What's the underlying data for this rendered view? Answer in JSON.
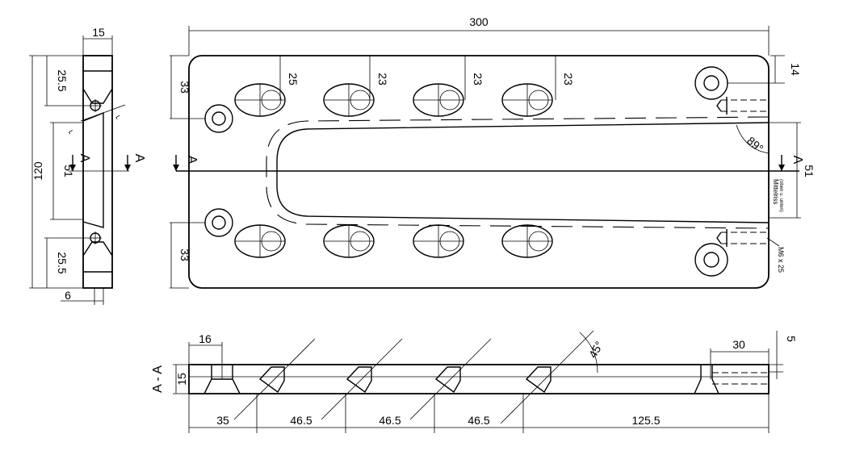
{
  "drawing": {
    "dims_top": {
      "overall_length": "300",
      "width_14": "14",
      "slot_25": "25",
      "slot_23_a": "23",
      "slot_23_b": "23",
      "slot_23_c": "23",
      "end_33_top": "33",
      "end_33_bottom": "33",
      "slot_51": "51",
      "angle_89": "89°"
    },
    "side_view": {
      "thickness_15": "15",
      "offset_25_5_top": "25.5",
      "offset_25_5_bottom": "25.5",
      "height_120": "120",
      "inner_51": "51",
      "bottom_6": "6",
      "section_label_left": "A",
      "section_label_right": "A"
    },
    "section": {
      "title": "A - A",
      "thickness_15": "15",
      "counterbore_16": "16",
      "right_30": "30",
      "right_5": "5",
      "angle_45": "45°",
      "spacing_35": "35",
      "spacing_46_5_a": "46.5",
      "spacing_46_5_b": "46.5",
      "spacing_46_5_c": "46.5",
      "end_125_5": "125.5"
    },
    "labels": {
      "section_a_left": "A",
      "section_a_right": "A",
      "centerline_note": "Mittelriss",
      "centerline_sub": "(oben u. unten)",
      "thread_note": "M6 x 25"
    }
  }
}
